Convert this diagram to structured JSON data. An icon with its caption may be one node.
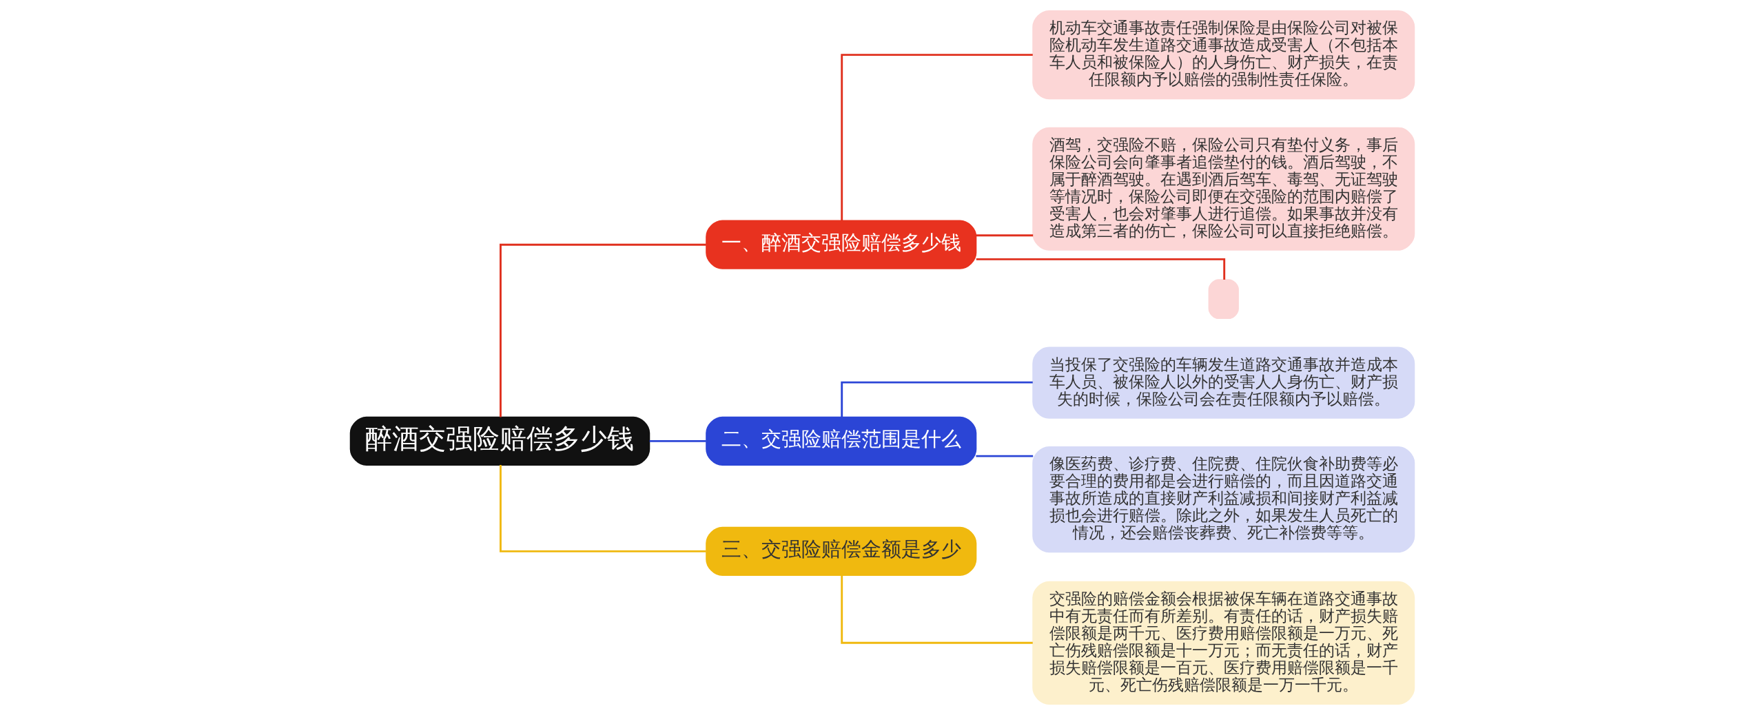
{
  "diagram": {
    "nodes": [
      {
        "text": [
          "醉酒交强险赔偿多少钱"
        ]
      },
      {
        "text": [
          "一、醉酒交强险赔偿多少钱"
        ]
      },
      {
        "text": [
          "机动车交通事故责任强制保险是由保险公司对被保险机动车发生道路交通事故造成受害人（不包括本车人员和被保险人）的人身伤亡、财产损失，在责任限额内予以赔偿的强制性责任保险。"
        ]
      },
      {
        "text": [
          "酒驾，交强险不赔，保险公司只有垫付义务，事后保险公司会向肇事者追偿垫付的钱。酒后驾驶，不属于醉酒驾驶。在遇到酒后驾车、毒驾、无证驾驶等情况时，保险公司即便在交强险的范围内赔偿了受害人，也会对肇事人进行追偿。如果事故并没有造成第三者的伤亡，保险公司可以直接拒绝赔偿。"
        ]
      },
      {
        "text": [],
        "shape": "box"
      },
      {
        "text": [
          "二、交强险赔偿范围是什么"
        ]
      },
      {
        "text": [
          "当投保了交强险的车辆发生道路交通事故并造成本车人员、被保险人以外的受害人人身伤亡、财产损失的时候，保险公司会在责任限额内予以赔偿。"
        ]
      },
      {
        "text": [
          "像医药费、诊疗费、住院费、住院伙食补助费等必要合理的费用都是会进行赔偿的，而且因道路交通事故所造成的直接财产利益减损和间接财产利益减损也会进行赔偿。除此之外，如果发生人员死亡的情况，还会赔偿丧葬费、死亡补偿费等等。"
        ]
      },
      {
        "text": [
          "三、交强险赔偿金额是多少"
        ]
      },
      {
        "text": [
          "交强险的赔偿金额会根据被保车辆在道路交通事故中有无责任而有所差别。有责任的话，财产损失赔偿限额是两千元、医疗费用赔偿限额是一万元、死亡伤残赔偿限额是十一万元；而无责任的话，财产损失赔偿限额是一百元、医疗费用赔偿限额是一千元、死亡伤残赔偿限额是一万一千元。"
        ]
      }
    ],
    "edges": [
      {
        "from": 0,
        "to": 1,
        "arrow": "none",
        "color": "#e0301e"
      },
      {
        "from": 1,
        "to": 2,
        "arrow": "none",
        "color": "#e0301e"
      },
      {
        "from": 1,
        "to": 3,
        "arrow": "none",
        "color": "#e0301e"
      },
      {
        "from": 1,
        "to": 4,
        "arrow": "none",
        "color": "#e0301e"
      },
      {
        "from": 0,
        "to": 5,
        "arrow": "none",
        "color": "#2b45d6"
      },
      {
        "from": 5,
        "to": 6,
        "arrow": "none",
        "color": "#2b45d6"
      },
      {
        "from": 5,
        "to": 7,
        "arrow": "none",
        "color": "#2b45d6"
      },
      {
        "from": 0,
        "to": 8,
        "arrow": "none",
        "color": "#f0b90f"
      },
      {
        "from": 8,
        "to": 9,
        "arrow": "none",
        "color": "#f0b90f"
      }
    ]
  }
}
